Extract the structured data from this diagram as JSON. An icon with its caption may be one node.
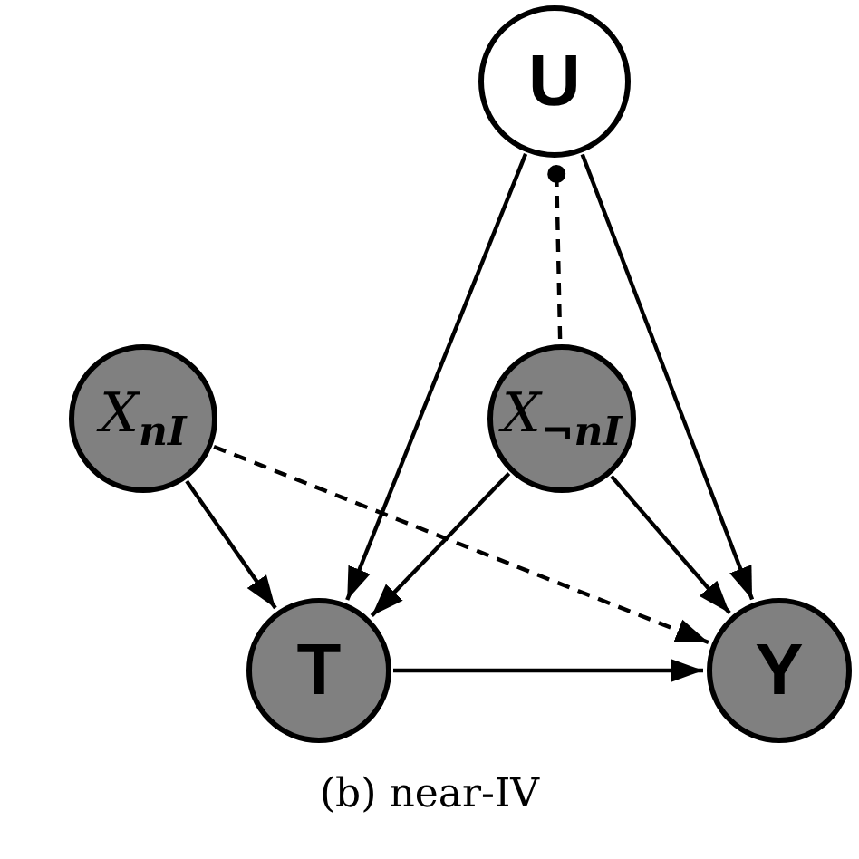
{
  "diagram": {
    "caption": "(b) near-IV",
    "nodes": [
      {
        "text": [
          "U"
        ]
      },
      {
        "text": [
          "X$_{nI}$"
        ]
      },
      {
        "text": [
          "X$_{¬nI}$"
        ]
      },
      {
        "text": [
          "T"
        ]
      },
      {
        "text": [
          "Y"
        ]
      }
    ],
    "edges": [
      {
        "from": 0,
        "to": 3,
        "arrow": "to"
      },
      {
        "from": 0,
        "to": 4,
        "arrow": "to"
      },
      {
        "from": 0,
        "to": 2,
        "arrow": "other",
        "style": "dashed"
      },
      {
        "from": 1,
        "to": 3,
        "arrow": "to"
      },
      {
        "from": 1,
        "to": 4,
        "arrow": "to",
        "style": "dashed"
      },
      {
        "from": 2,
        "to": 3,
        "arrow": "to"
      },
      {
        "from": 2,
        "to": 4,
        "arrow": "to"
      },
      {
        "from": 3,
        "to": 4,
        "arrow": "to"
      }
    ]
  }
}
